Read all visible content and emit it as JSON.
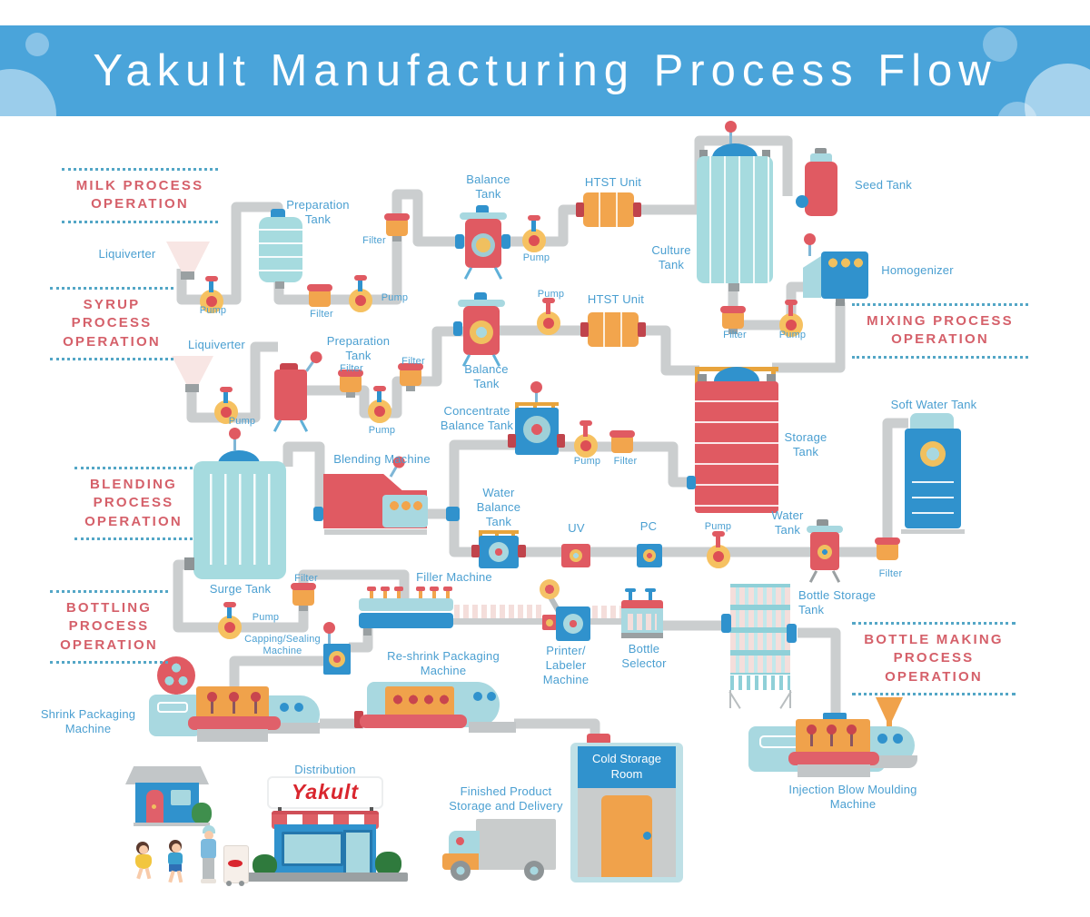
{
  "title": "Yakult Manufacturing Process Flow",
  "section_headers": {
    "milk": "MILK PROCESS OPERATION",
    "syrup": "SYRUP PROCESS OPERATION",
    "mixing": "MIXING PROCESS OPERATION",
    "blending": "BLENDING PROCESS OPERATION",
    "bottling": "BOTTLING PROCESS OPERATION",
    "bottle_making": "BOTTLE MAKING PROCESS OPERATION"
  },
  "labels": {
    "liquiverter": "Liquiverter",
    "preparation_tank": "Preparation Tank",
    "pump": "Pump",
    "filter": "Filter",
    "balance_tank": "Balance Tank",
    "htst_unit": "HTST Unit",
    "culture_tank": "Culture Tank",
    "seed_tank": "Seed Tank",
    "homogenizer": "Homogenizer",
    "storage_tank": "Storage Tank",
    "soft_water_tank": "Soft Water Tank",
    "blending_machine": "Blending Machine",
    "concentrate_balance_tank": "Concentrate Balance Tank",
    "water_balance_tank": "Water Balance Tank",
    "uv": "UV",
    "pc": "PC",
    "water_tank": "Water Tank",
    "surge_tank": "Surge Tank",
    "filler_machine": "Filler Machine",
    "capping_sealing_machine": "Capping/Sealing Machine",
    "re_shrink_packaging_machine": "Re-shrink Packaging Machine",
    "printer_labeler_machine": "Printer/ Labeler Machine",
    "bottle_selector": "Bottle Selector",
    "bottle_storage_tank": "Bottle Storage Tank",
    "shrink_packaging_machine": "Shrink Packaging Machine",
    "injection_blow_moulding_machine": "Injection Blow Moulding Machine",
    "distribution": "Distribution",
    "finished_product_storage": "Finished Product Storage and Delivery",
    "cold_storage_room": "Cold Storage Room",
    "yakult_brand": "Yakult"
  },
  "colors": {
    "banner_blue": "#4aa4da",
    "header_red": "#d5606a",
    "label_blue": "#4a9fd1",
    "pipe_gray": "#cbcecf",
    "tank_cyan": "#a6dbdf",
    "machine_red": "#e05a62",
    "machine_blue": "#3092cd",
    "machine_orange": "#f2a54d",
    "bottle_pink": "#f4dedb",
    "yakult_red": "#d9262e"
  }
}
